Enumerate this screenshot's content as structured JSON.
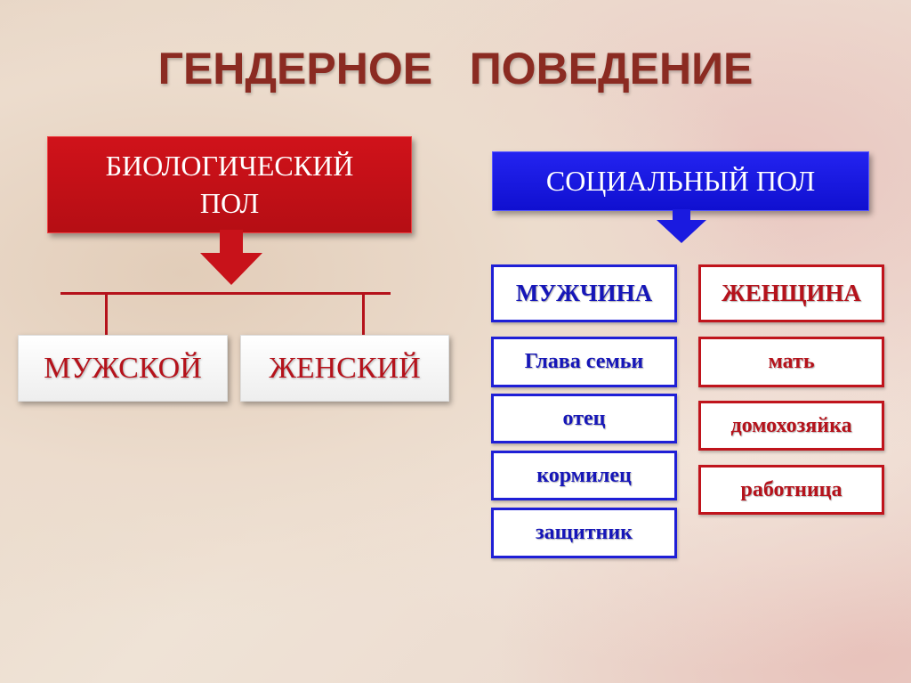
{
  "title": "ГЕНДЕРНОЕ   ПОВЕДЕНИЕ",
  "biological": {
    "label": "БИОЛОГИЧЕСКИЙ ПОЛ",
    "children": [
      "МУЖСКОЙ",
      "ЖЕНСКИЙ"
    ]
  },
  "social": {
    "label": "СОЦИАЛЬНЫЙ ПОЛ",
    "male": {
      "label": "МУЖЧИНА",
      "roles": [
        "Глава семьи",
        "отец",
        "кормилец",
        "защитник"
      ]
    },
    "female": {
      "label": "ЖЕНЩИНА",
      "roles": [
        "мать",
        "домохозяйка",
        "работница"
      ]
    }
  },
  "colors": {
    "red": "#b5121b",
    "blue": "#1616b8",
    "title": "#8b2b22"
  }
}
